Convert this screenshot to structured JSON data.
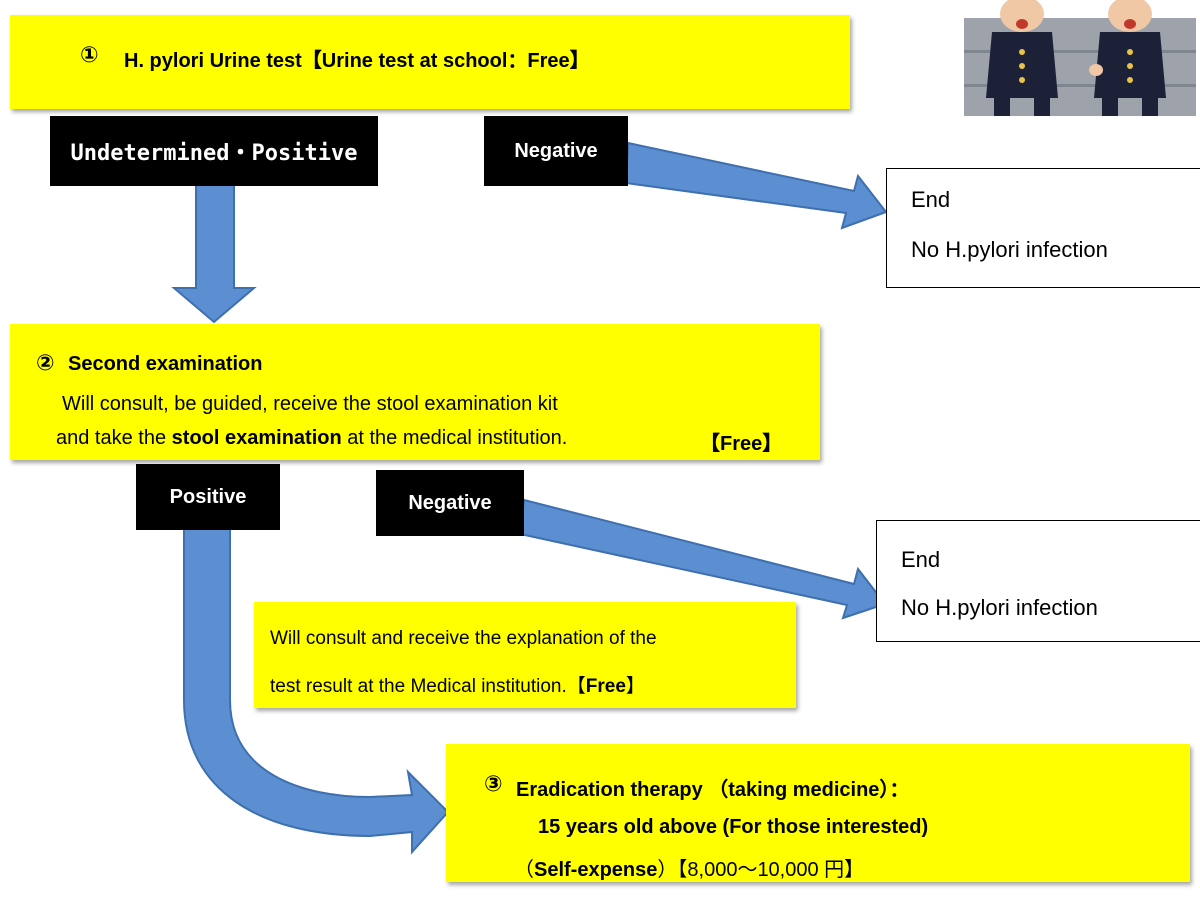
{
  "step1": {
    "number": "①",
    "title": "H. pylori Urine test【Urine test at school：Free】"
  },
  "step1_results": {
    "positive": "Undetermined・Positive",
    "negative": "Negative"
  },
  "end1": {
    "line1": "End",
    "line2": "No H.pylori infection"
  },
  "step2": {
    "number": "②",
    "title": "Second examination",
    "line1": "Will consult, be guided, receive the stool examination kit",
    "line2_pre": "and take the ",
    "line2_bold": "stool examination",
    "line2_post": " at the medical institution.",
    "line2_tag": "【Free】"
  },
  "step2_results": {
    "positive": "Positive",
    "negative": "Negative"
  },
  "end2": {
    "line1": "End",
    "line2": "No H.pylori infection"
  },
  "consult": {
    "line1": "Will consult and receive the explanation of the",
    "line2_pre": "test result at the Medical institution.",
    "line2_open": "【",
    "line2_bold": "Free",
    "line2_close": "】"
  },
  "step3": {
    "number": "③",
    "title": "Eradication therapy （taking medicine）：",
    "line2": "15 years old above (For those interested)",
    "line3_open": "（",
    "line3_bold": "Self-expense",
    "line3_close": "）",
    "line3_price": "【8,000～10,000 円】"
  },
  "colors": {
    "highlight": "#ffff00",
    "arrow_fill": "#5b8fd2",
    "arrow_stroke": "#3e6fae",
    "label_bg": "#000000"
  }
}
